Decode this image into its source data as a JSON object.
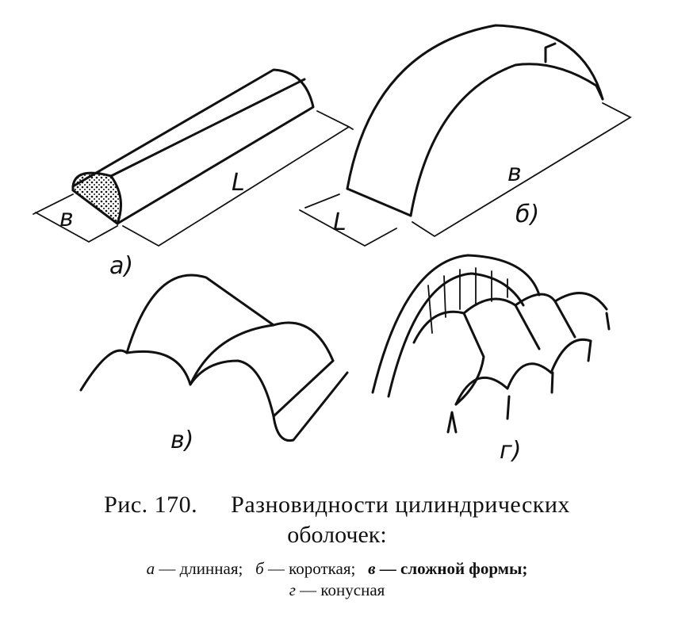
{
  "panels": [
    {
      "label": "а)",
      "dims": [
        "в",
        "L"
      ]
    },
    {
      "label": "б)",
      "dims": [
        "L",
        "в"
      ]
    },
    {
      "label": "в)",
      "dims": []
    },
    {
      "label": "г)",
      "dims": []
    }
  ],
  "caption": {
    "figure_no": "Рис. 170.",
    "title_part1": "Разновидности цилиндрических",
    "title_part2": "оболочек:",
    "legend": [
      {
        "letter": "а",
        "text": "длинная;"
      },
      {
        "letter": "б",
        "text": "короткая;"
      },
      {
        "letter": "в",
        "text": "сложной формы;"
      },
      {
        "letter": "г",
        "text": "конусная"
      }
    ]
  }
}
